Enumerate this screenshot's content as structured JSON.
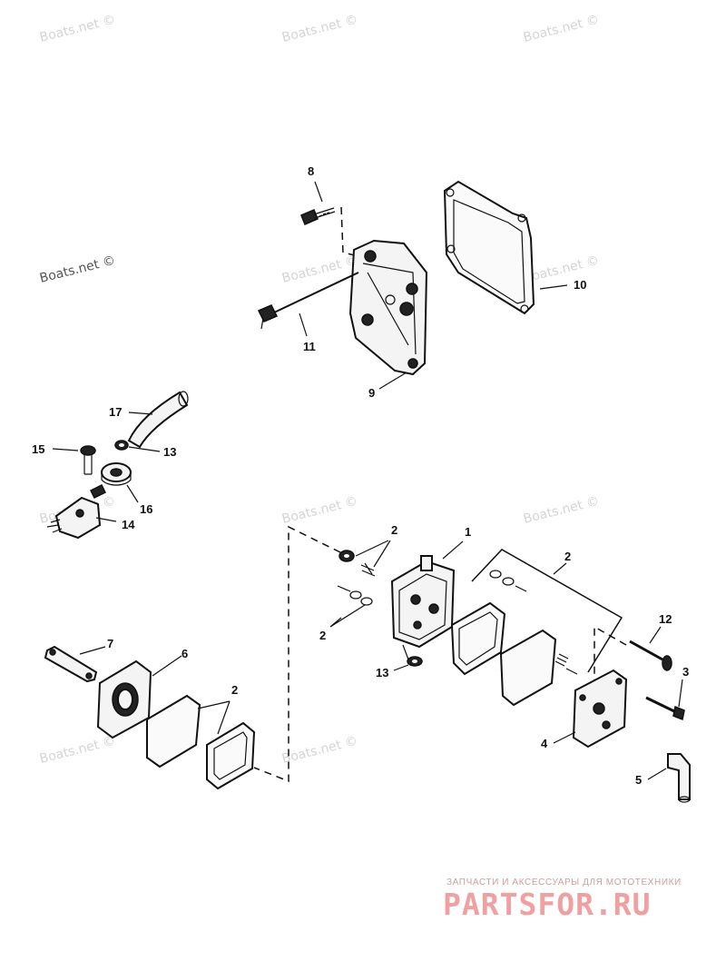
{
  "watermarks": [
    "Boats.net ©",
    "Boats.net ©",
    "Boats.net ©",
    "Boats.net ©",
    "Boats.net ©",
    "Boats.net ©",
    "Boats.net ©",
    "Boats.net ©",
    "Boats.net ©",
    "Boats.net ©",
    "Boats.net ©"
  ],
  "callouts": [
    "8",
    "10",
    "11",
    "9",
    "17",
    "15",
    "13",
    "16",
    "14",
    "2",
    "1",
    "2",
    "2",
    "12",
    "7",
    "6",
    "2",
    "13",
    "3",
    "4",
    "5"
  ],
  "branding": {
    "tagline": "ЗАПЧАСТИ И АКСЕССУАРЫ ДЛЯ МОТОТЕХНИКИ",
    "logo": "PARTSFOR.RU"
  }
}
